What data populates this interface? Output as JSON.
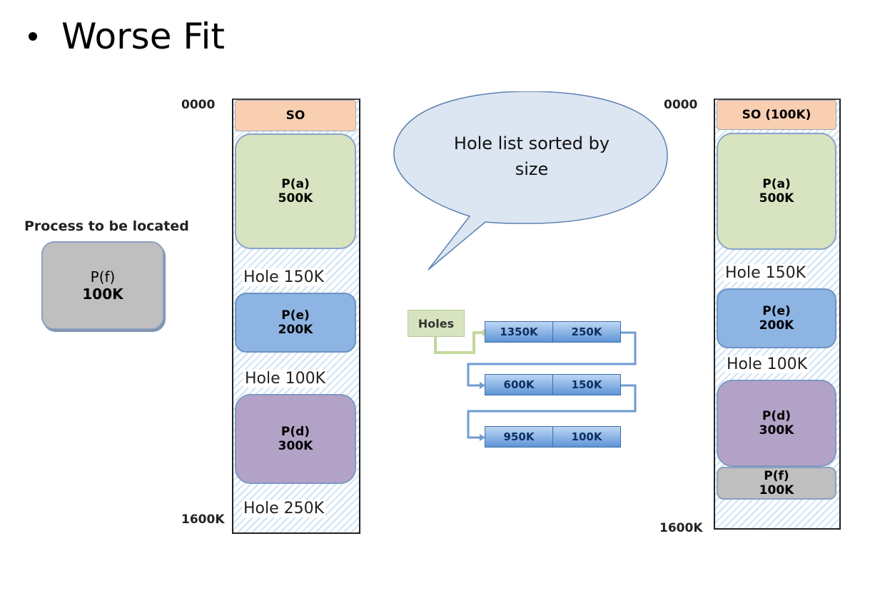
{
  "title": "Worse Fit",
  "process_to_locate": {
    "label": "Process to be located",
    "name": "P(f)",
    "size": "100K"
  },
  "left_memory": {
    "start_address": "0000",
    "end_address": "1600K",
    "blocks": {
      "so": "SO",
      "pa_name": "P(a)",
      "pa_size": "500K",
      "hole1": "Hole 150K",
      "pe_name": "P(e)",
      "pe_size": "200K",
      "hole2": "Hole 100K",
      "pd_name": "P(d)",
      "pd_size": "300K",
      "hole3": "Hole 250K"
    }
  },
  "callout": {
    "line1": "Hole list sorted by",
    "line2": "size"
  },
  "hole_list": {
    "label": "Holes",
    "nodes": [
      {
        "address": "1350K",
        "size": "250K"
      },
      {
        "address": "600K",
        "size": "150K"
      },
      {
        "address": "950K",
        "size": "100K"
      }
    ]
  },
  "right_memory": {
    "start_address": "0000",
    "end_address": "1600K",
    "blocks": {
      "so": "SO (100K)",
      "pa_name": "P(a)",
      "pa_size": "500K",
      "hole1": "Hole 150K",
      "pe_name": "P(e)",
      "pe_size": "200K",
      "hole2": "Hole 100K",
      "pd_name": "P(d)",
      "pd_size": "300K",
      "pf_name": "P(f)",
      "pf_size": "100K"
    }
  },
  "colors": {
    "so": "#f9cfb2",
    "pa": "#d8e4bf",
    "pe": "#8eb4e3",
    "pd": "#b3a2c7",
    "pf": "#bfbfbf",
    "callout_fill": "#dce6f2",
    "node_fill": "#6fa0dc",
    "holes_tag": "#d8e4bf"
  }
}
